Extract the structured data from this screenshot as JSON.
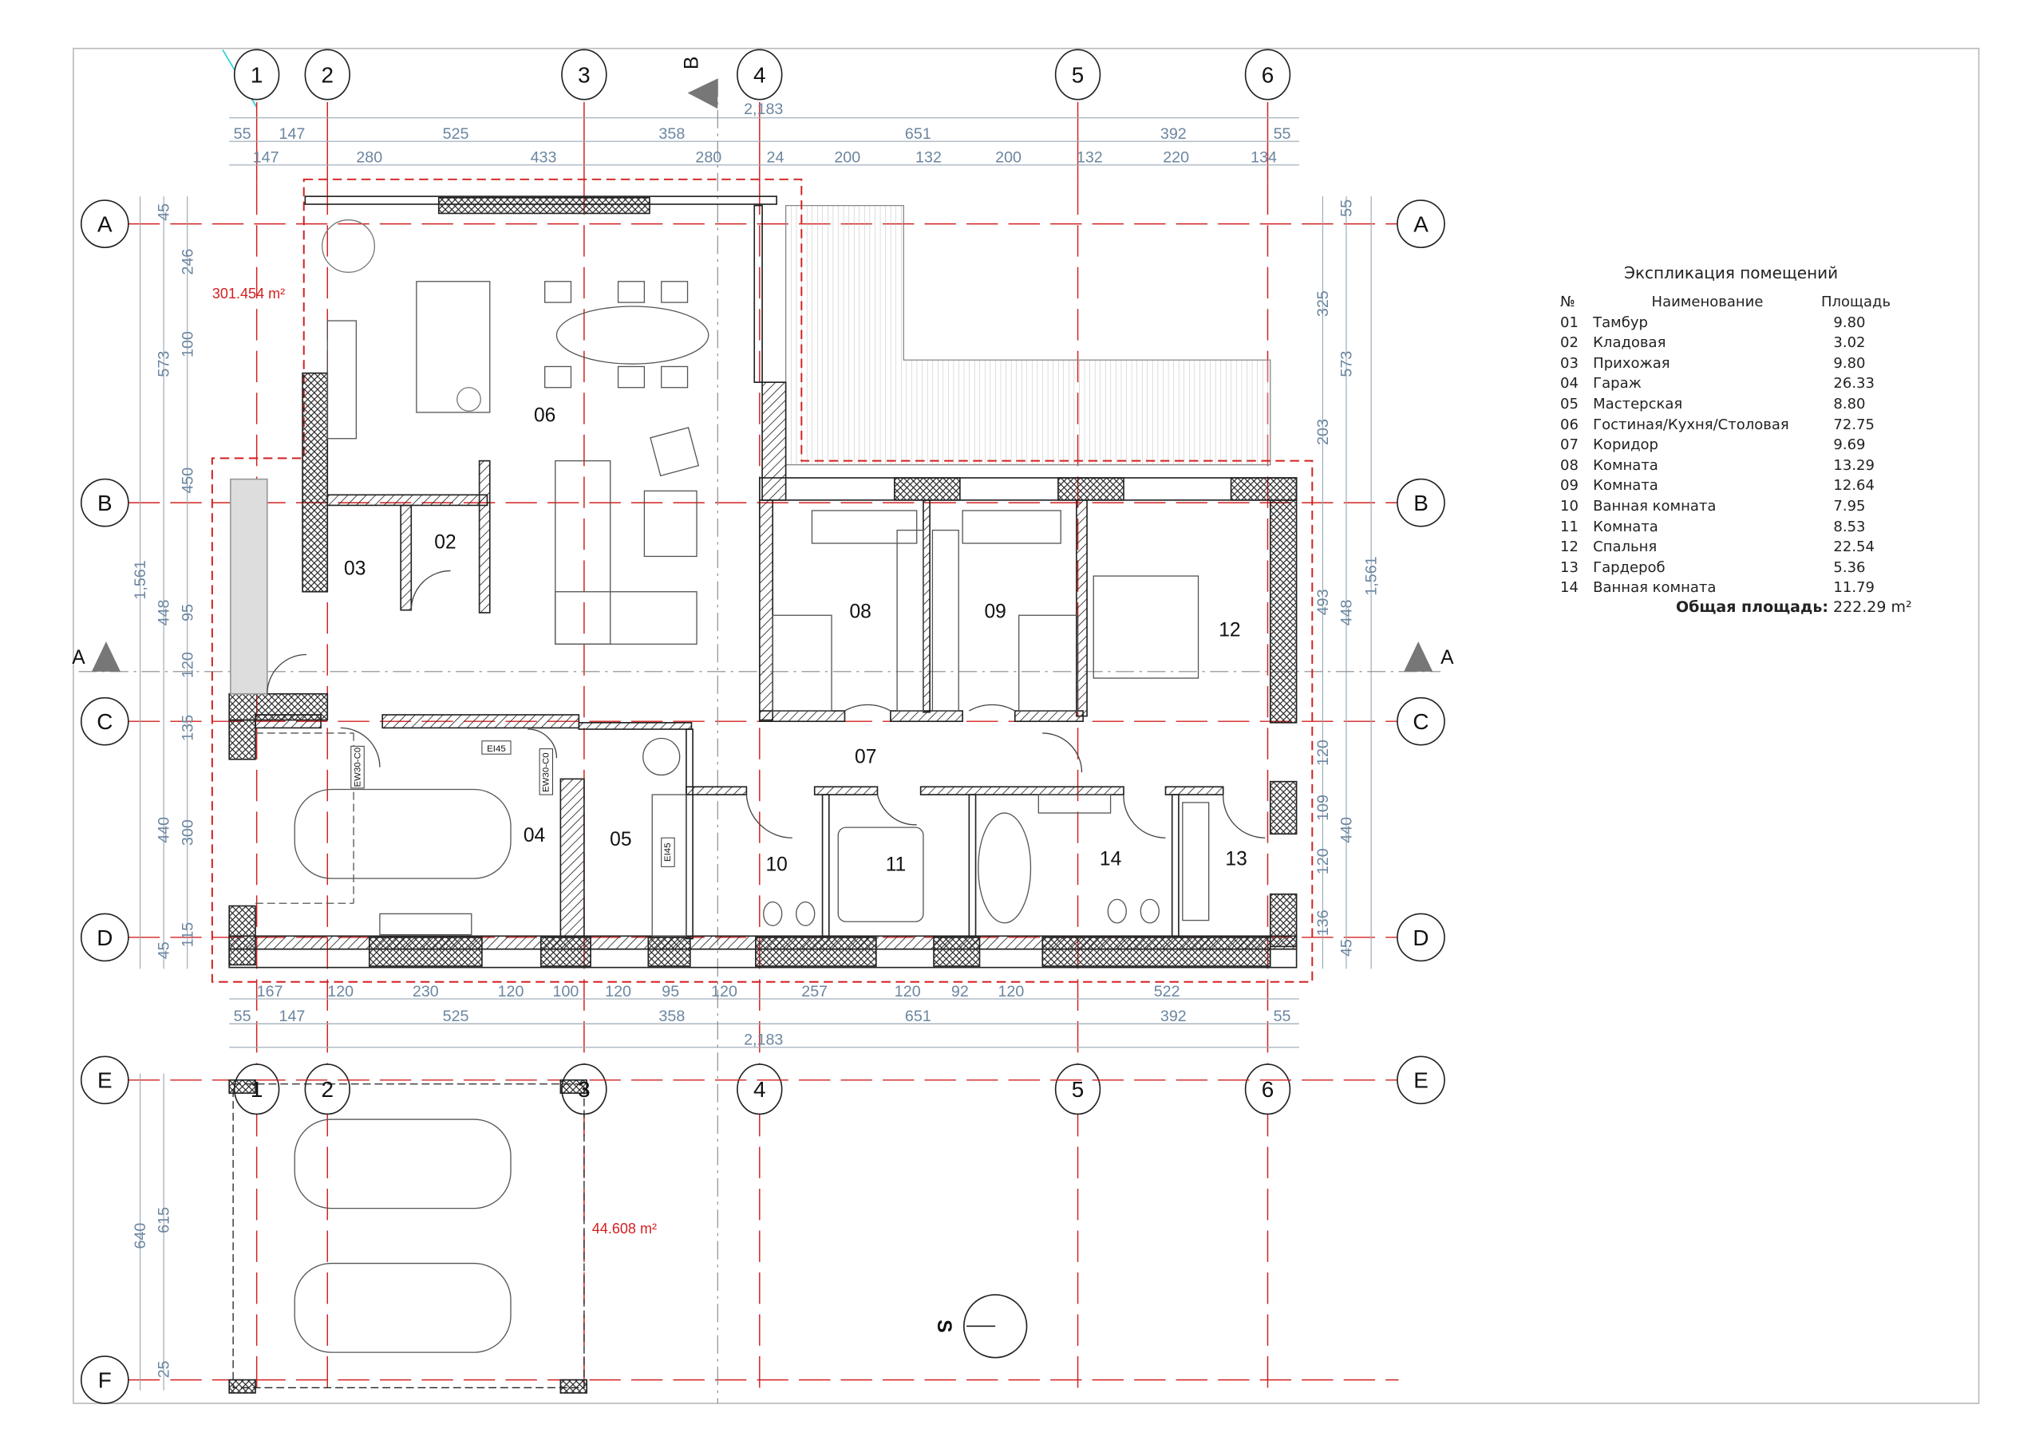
{
  "grid": {
    "columns": [
      "1",
      "2",
      "3",
      "4",
      "5",
      "6"
    ],
    "rows": [
      "A",
      "B",
      "C",
      "D",
      "E",
      "F"
    ],
    "section_marks": [
      "B",
      "A",
      "A"
    ],
    "north_mark": "S"
  },
  "dimensions": {
    "top_total": "2,183",
    "top_axes": [
      "55",
      "147",
      "525",
      "358",
      "651",
      "392",
      "55"
    ],
    "top_detail": [
      "147",
      "280",
      "433",
      "280",
      "24",
      "200",
      "132",
      "200",
      "132",
      "220",
      "134"
    ],
    "bottom_detail": [
      "167",
      "120",
      "230",
      "120",
      "100",
      "120",
      "95",
      "120",
      "257",
      "120",
      "92",
      "120",
      "522"
    ],
    "bottom_axes": [
      "55",
      "147",
      "525",
      "358",
      "651",
      "392",
      "55"
    ],
    "bottom_total": "2,183",
    "left_outer": [
      "1,561",
      "640"
    ],
    "left_mid": [
      "45",
      "573",
      "448",
      "440",
      "45",
      "615",
      "25"
    ],
    "left_inner": [
      "246",
      "100",
      "450",
      "95",
      "120",
      "135",
      "300",
      "115"
    ],
    "right_inner": [
      "325",
      "203",
      "493",
      "120",
      "109",
      "120",
      "136"
    ],
    "right_mid": [
      "55",
      "573",
      "448",
      "440",
      "45"
    ],
    "right_outer": [
      "1,561"
    ]
  },
  "areas": {
    "house": "301.454 m²",
    "carport": "44.608 m²"
  },
  "room_tags": [
    "06",
    "02",
    "03",
    "08",
    "09",
    "12",
    "07",
    "04",
    "05",
    "10",
    "11",
    "14",
    "13"
  ],
  "door_tags": [
    "EI45",
    "EW30-C0",
    "EW30-C0",
    "EI45"
  ],
  "legend": {
    "title": "Экспликация помещений",
    "headers": {
      "no": "№",
      "name": "Наименование",
      "area": "Площадь"
    },
    "rows": [
      {
        "no": "01",
        "name": "Тамбур",
        "area": "9.80"
      },
      {
        "no": "02",
        "name": "Кладовая",
        "area": "3.02"
      },
      {
        "no": "03",
        "name": "Прихожая",
        "area": "9.80"
      },
      {
        "no": "04",
        "name": "Гараж",
        "area": "26.33"
      },
      {
        "no": "05",
        "name": "Мастерская",
        "area": "8.80"
      },
      {
        "no": "06",
        "name": "Гостиная/Кухня/Столовая",
        "area": "72.75"
      },
      {
        "no": "07",
        "name": "Коридор",
        "area": "9.69"
      },
      {
        "no": "08",
        "name": "Комната",
        "area": "13.29"
      },
      {
        "no": "09",
        "name": "Комната",
        "area": "12.64"
      },
      {
        "no": "10",
        "name": "Ванная комната",
        "area": "7.95"
      },
      {
        "no": "11",
        "name": "Комната",
        "area": "8.53"
      },
      {
        "no": "12",
        "name": "Спальня",
        "area": "22.54"
      },
      {
        "no": "13",
        "name": "Гардероб",
        "area": "5.36"
      },
      {
        "no": "14",
        "name": "Ванная комната",
        "area": "11.79"
      }
    ],
    "total_label": "Общая площадь:",
    "total_value": "222.29 m²"
  },
  "colors": {
    "grid_axis": "#d32020",
    "dimension": "#6b86a0",
    "wall": "#222222"
  }
}
